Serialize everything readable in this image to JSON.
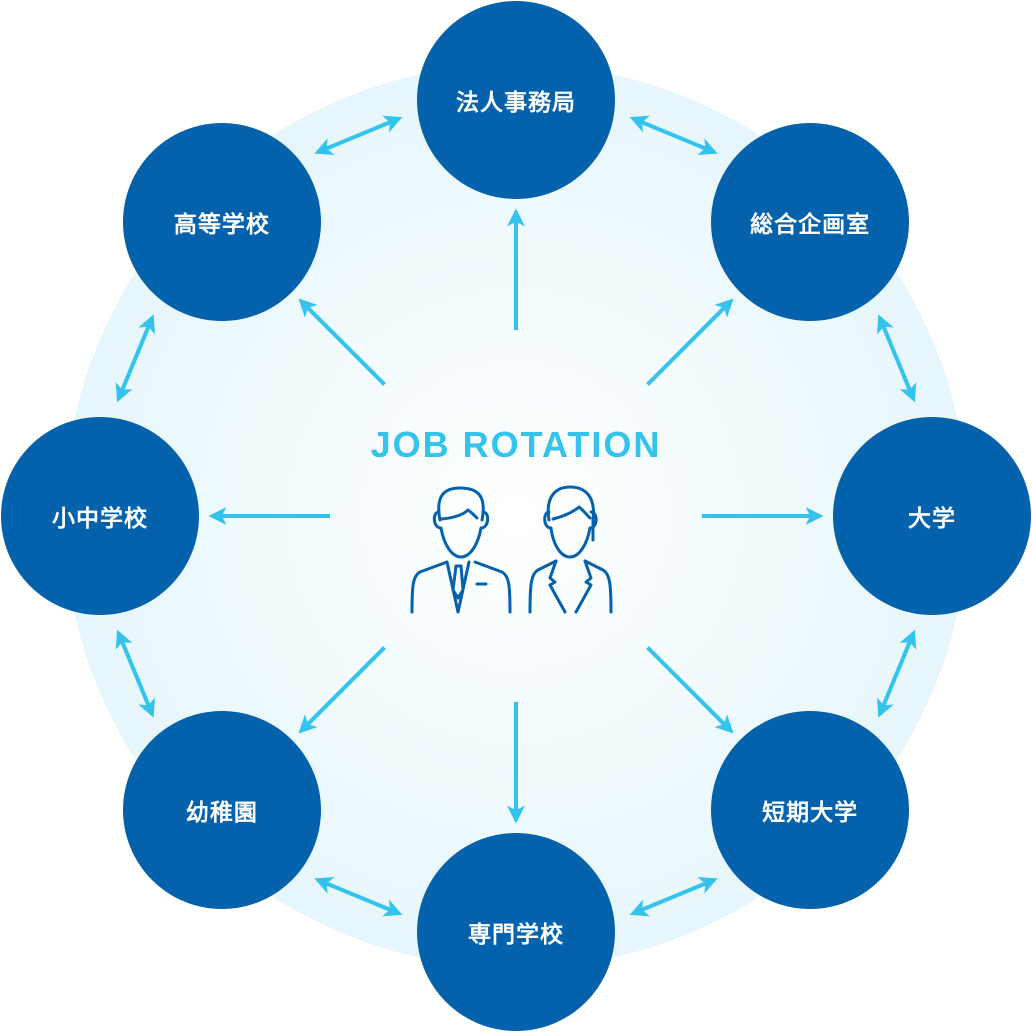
{
  "title": "JOB ROTATION",
  "nodes": [
    {
      "label": "法人事務局"
    },
    {
      "label": "総合企画室"
    },
    {
      "label": "大学"
    },
    {
      "label": "短期大学"
    },
    {
      "label": "専門学校"
    },
    {
      "label": "幼稚園"
    },
    {
      "label": "小中学校"
    },
    {
      "label": "高等学校"
    }
  ],
  "colors": {
    "node": "#0362ab",
    "arrow": "#33c3ec",
    "icon": "#0362ab"
  }
}
